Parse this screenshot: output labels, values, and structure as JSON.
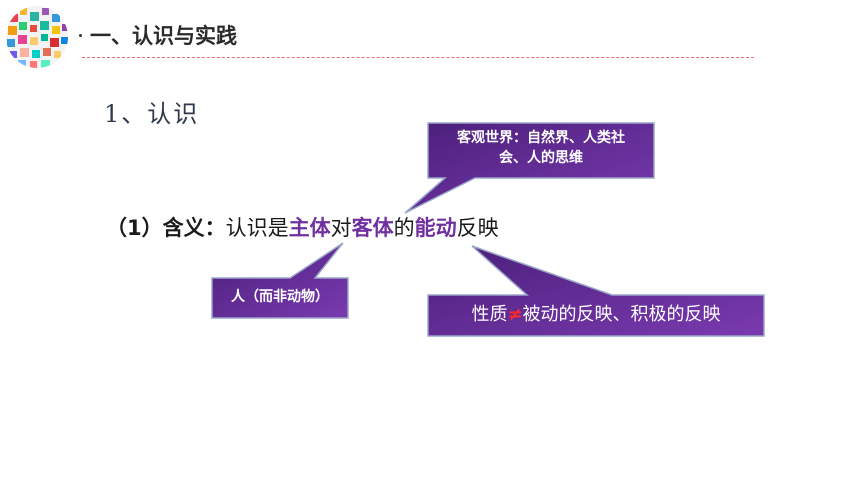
{
  "header": {
    "title": "一、认识与实践"
  },
  "section": {
    "heading": "1、认识"
  },
  "definition": {
    "prefix": "（1）含义：",
    "part1": "认识是",
    "subject": "主体",
    "part2": "对",
    "object": "客体",
    "part3": "的",
    "active": "能动",
    "part4": "反映"
  },
  "callouts": {
    "object_note": {
      "line1": "客观世界：自然界、人类社",
      "line2": "会、人的思维"
    },
    "subject_note": "人（而非动物）",
    "active_note": {
      "part1": "性质",
      "symbol": "≠",
      "part2": "被动的反映、积极的反映"
    }
  },
  "colors": {
    "highlight": "#7030a0",
    "callout_fill": "#5e2a8c",
    "rule": "#e07070"
  }
}
